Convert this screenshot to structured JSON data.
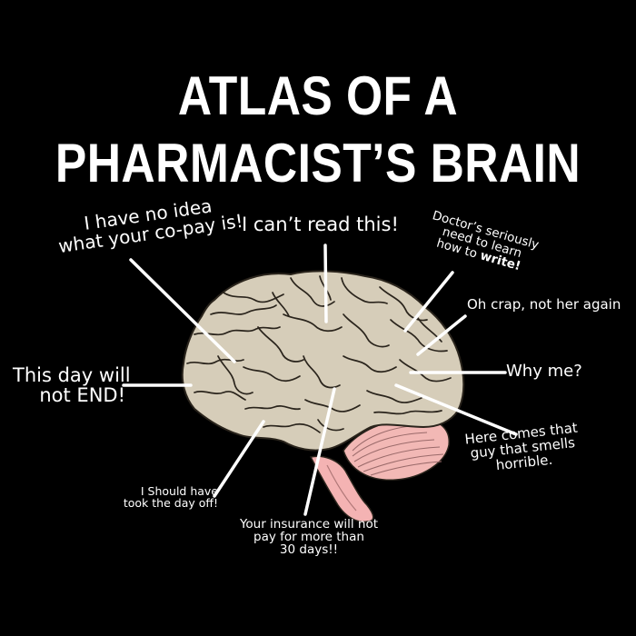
{
  "title": {
    "line1": "ATLAS OF A",
    "line2": "PHARMACIST’S BRAIN"
  },
  "colors": {
    "background": "#000000",
    "text": "#ffffff",
    "cerebrum": "#d6cdb9",
    "cerebrum_line": "#2a241c",
    "cerebellum": "#f2b8b5",
    "brainstem": "#f4b3b3"
  },
  "labels": {
    "copay": {
      "line1": "I have no idea",
      "line2": "what your co-pay is!"
    },
    "cant_read": {
      "text": "I can’t read this!"
    },
    "doctors": {
      "line1": "Doctor’s seriously",
      "line2": "need to learn",
      "line3a": "how to ",
      "line3b": "write!"
    },
    "oh_crap": {
      "text": "Oh crap, not her again"
    },
    "why_me": {
      "text": "Why me?"
    },
    "this_day": {
      "line1": "This day will",
      "line2": "not END!"
    },
    "smells": {
      "line1": "Here comes that",
      "line2": "guy that smells",
      "line3": "horrible."
    },
    "day_off": {
      "line1": "I Should have",
      "line2": "took the day off!"
    },
    "insurance": {
      "line1": "Your insurance will not",
      "line2": "pay for more than",
      "line3": "30 days!!"
    }
  }
}
